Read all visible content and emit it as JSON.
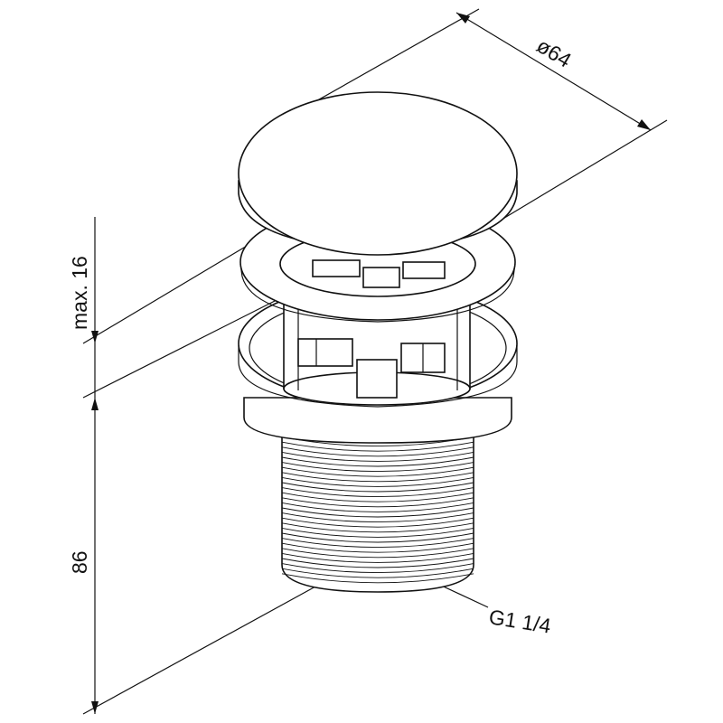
{
  "dimensions": {
    "diameter": "ø64",
    "max_height": "max. 16",
    "height": "86",
    "thread": "G1 1/4"
  },
  "colors": {
    "line": "#111111",
    "background": "#ffffff"
  }
}
